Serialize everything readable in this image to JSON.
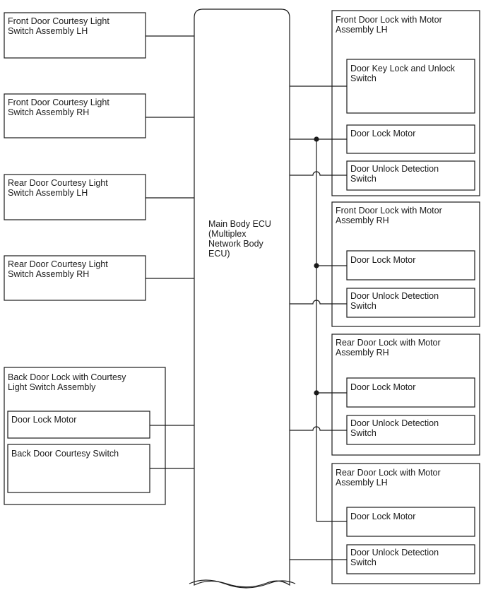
{
  "left_components": {
    "front_lh": [
      "Front Door Courtesy Light",
      "Switch Assembly LH"
    ],
    "front_rh": [
      "Front Door Courtesy Light",
      "Switch Assembly RH"
    ],
    "rear_lh": [
      "Rear Door Courtesy Light",
      "Switch Assembly LH"
    ],
    "rear_rh": [
      "Rear Door Courtesy Light",
      "Switch Assembly RH"
    ],
    "back_door": {
      "title": [
        "Back Door Lock with Courtesy",
        "Light Switch Assembly"
      ],
      "lock_motor": "Door Lock Motor",
      "courtesy_switch": "Back Door Courtesy Switch"
    }
  },
  "ecu": {
    "label": [
      "Main Body ECU",
      "(Multiplex",
      "Network Body",
      "ECU)"
    ]
  },
  "right_components": {
    "front_lh": {
      "title": [
        "Front Door Lock with Motor",
        "Assembly LH"
      ],
      "key_switch": [
        "Door Key Lock and Unlock",
        "Switch"
      ],
      "lock_motor": "Door Lock Motor",
      "unlock_switch": [
        "Door Unlock Detection",
        "Switch"
      ]
    },
    "front_rh": {
      "title": [
        "Front Door Lock with Motor",
        "Assembly RH"
      ],
      "lock_motor": "Door Lock Motor",
      "unlock_switch": [
        "Door Unlock Detection",
        "Switch"
      ]
    },
    "rear_rh": {
      "title": [
        "Rear Door Lock with Motor",
        "Assembly RH"
      ],
      "lock_motor": "Door Lock Motor",
      "unlock_switch": [
        "Door Unlock Detection",
        "Switch"
      ]
    },
    "rear_lh": {
      "title": [
        "Rear Door Lock with Motor",
        "Assembly LH"
      ],
      "lock_motor": "Door Lock Motor",
      "unlock_switch": [
        "Door Unlock Detection",
        "Switch"
      ]
    }
  }
}
